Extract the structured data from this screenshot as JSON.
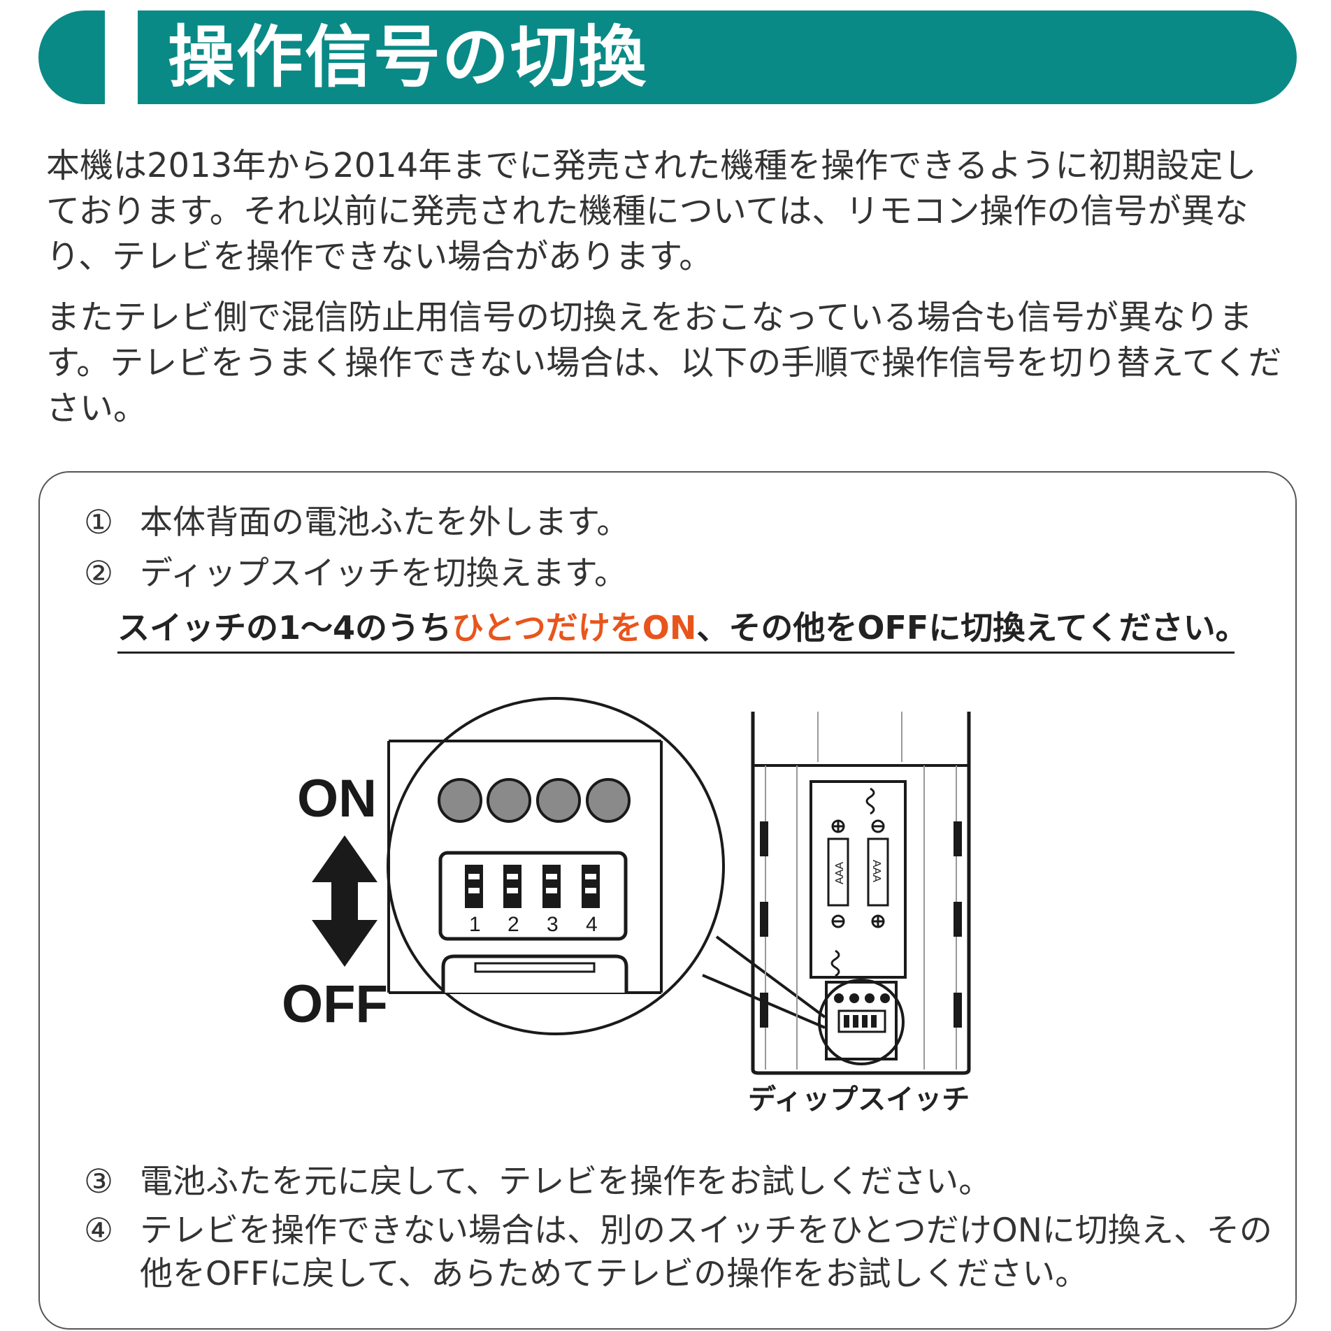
{
  "header": {
    "title": "操作信号の切換"
  },
  "intro": {
    "paragraphs": [
      "本機は2013年から2014年までに発売された機種を操作できるように初期設定しております。それ以前に発売された機種については、リモコン操作の信号が異なり、テレビを操作できない場合があります。",
      "またテレビ側で混信防止用信号の切換えをおこなっている場合も信号が異なります。テレビをうまく操作できない場合は、以下の手順で操作信号を切り替えてください。"
    ]
  },
  "steps": [
    {
      "num": "①",
      "text": "本体背面の電池ふたを外します。"
    },
    {
      "num": "②",
      "text": "ディップスイッチを切換えます。"
    },
    {
      "num": "③",
      "text": "電池ふたを元に戻して、テレビを操作をお試しください。"
    },
    {
      "num": "④",
      "line1": "テレビを操作できない場合は、別のスイッチをひとつだけONに切換え、その",
      "line2": "他をOFFに戻して、あらためてテレビの操作をお試しください。"
    }
  ],
  "emphasis": {
    "before": "スイッチの1〜4のうち",
    "highlight": "ひとつだけをON",
    "after": "、その他をOFFに切換えてください。",
    "highlight_color": "#e8551c"
  },
  "figure": {
    "on_label": "ON",
    "off_label": "OFF",
    "switch_numbers": [
      "1",
      "2",
      "3",
      "4"
    ],
    "battery_label": "AAA",
    "caption": "ディップスイッチ"
  },
  "colors": {
    "accent": "#0a8a86"
  }
}
